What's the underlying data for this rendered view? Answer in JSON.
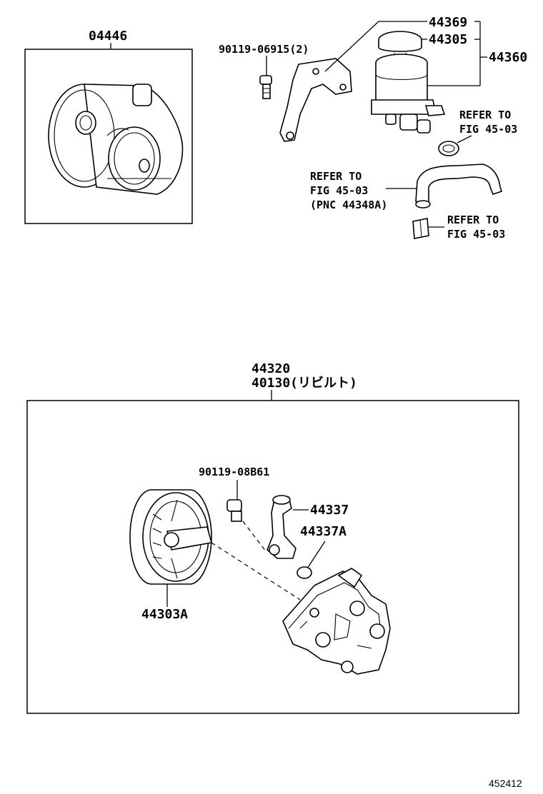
{
  "labels": {
    "kit_seal": "04446",
    "bolt_bracket": "90119-06915(2)",
    "reservoir_cap_gasket": "44369",
    "reservoir_cap": "44305",
    "reservoir_assy": "44360",
    "refer_top_1": "REFER TO",
    "refer_top_2": "FIG 45-03",
    "refer_hose_1": "REFER TO",
    "refer_hose_2": "FIG 45-03",
    "refer_hose_3": "(PNC 44348A)",
    "refer_clip_1": "REFER TO",
    "refer_clip_2": "FIG 45-03",
    "pump_assy": "44320",
    "pump_reman": "40130(リビルト)",
    "union_bolt": "90119-08B61",
    "union_pipe": "44337",
    "union_oring": "44337A",
    "pulley": "44303A",
    "figure_id": "452412"
  },
  "icons": {
    "kit": "pump-seal-kit-icon",
    "bolt": "bolt-icon",
    "bracket": "reservoir-bracket-icon",
    "reservoir": "oil-reservoir-icon",
    "cap": "reservoir-cap-icon",
    "clamp": "hose-clamp-icon",
    "hose": "hose-icon",
    "clip": "clip-icon",
    "pulley": "pulley-icon",
    "pump": "power-steering-pump-icon",
    "union": "union-pipe-icon",
    "oring": "o-ring-icon"
  }
}
